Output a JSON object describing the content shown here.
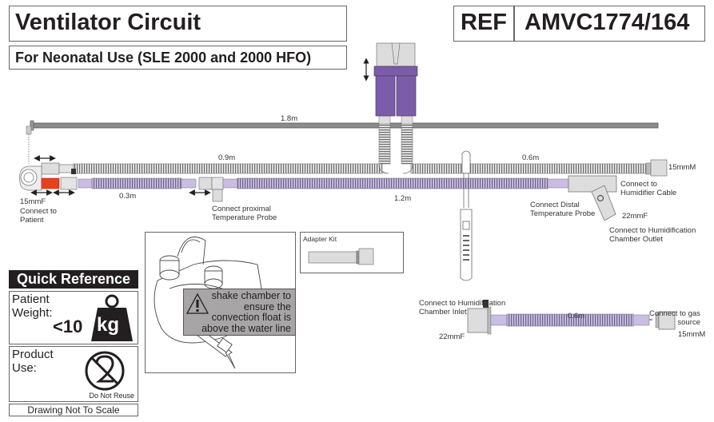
{
  "header": {
    "title": "Ventilator Circuit",
    "subtitle": "For Neonatal Use (SLE 2000 and 2000 HFO)",
    "ref_label": "REF",
    "ref_value": "AMVC1774/164"
  },
  "colors": {
    "tube_grey": "#d9d9d9",
    "tube_purple": "#b8a9d9",
    "connector_purple": "#7a5ca8",
    "patient_connector_red": "#e8421d",
    "rail_grey": "#8c8c8c",
    "warning_bg": "#a7a5a6"
  },
  "measurements": {
    "support_arm": "1.8m",
    "exp_limb_left": "0.9m",
    "exp_limb_right": "0.6m",
    "insp_short": "0.3m",
    "insp_long": "1.2m",
    "dry_line": "0.6m"
  },
  "labels": {
    "patient_size": "15mmF",
    "connect_patient": [
      "Connect to",
      "Patient"
    ],
    "proximal_probe": [
      "Connect proximal",
      "Temperature Probe"
    ],
    "right_size": "15mmM",
    "humidifier_cable": [
      "Connect to",
      "Humidifier Cable"
    ],
    "distal_probe": [
      "Connect Distal",
      "Temperature Probe"
    ],
    "outlet_size": "22mmF",
    "chamber_outlet": [
      "Connect to Humidification",
      "Chamber Outlet"
    ],
    "chamber_inlet": [
      "Connect to Humidification",
      "Chamber Inlet"
    ],
    "inlet_size": "22mmF",
    "gas_source": [
      "Connect to gas",
      "source"
    ],
    "gas_size": "15mmM"
  },
  "adapter_kit": {
    "title": "Adapter Kit"
  },
  "warning": {
    "icon": "warning-triangle-icon",
    "lines": [
      "shake chamber to",
      "ensure the",
      "convection float is",
      "above the water line"
    ]
  },
  "quick_reference": {
    "title": "Quick Reference",
    "weight_label": [
      "Patient",
      "Weight:"
    ],
    "weight_value": "<10",
    "weight_unit": "kg",
    "weight_icon": "weight-icon",
    "use_label": [
      "Product",
      "Use:"
    ],
    "use_icon": "do-not-reuse-icon",
    "use_caption": "Do Not Reuse",
    "footer": "Drawing Not To Scale"
  }
}
